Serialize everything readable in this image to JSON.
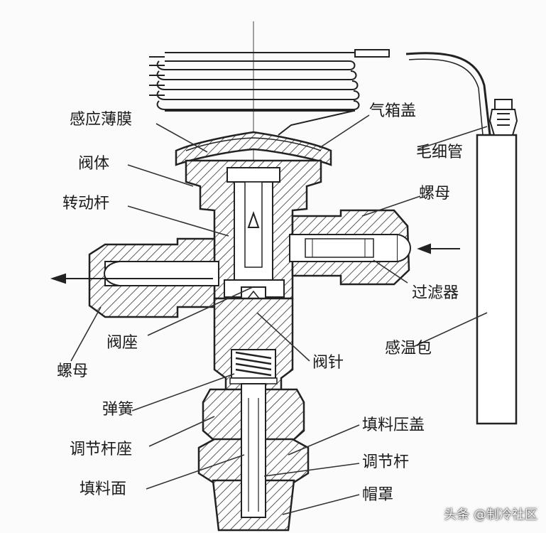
{
  "labels": {
    "diaphragm": "感应薄膜",
    "box_cover": "气箱盖",
    "valve_body": "阀体",
    "capillary": "毛细管",
    "transmission_rod": "转动杆",
    "nut_right": "螺母",
    "filter": "过滤器",
    "sensing_bulb": "感温包",
    "valve_seat": "阀座",
    "nut_left": "螺母",
    "valve_needle": "阀针",
    "spring": "弹簧",
    "adjust_rod_seat": "调节杆座",
    "packing_cover": "填料压盖",
    "adjust_rod": "调节杆",
    "packing_surface": "填料面",
    "cap": "帽罩"
  },
  "watermark": "头条 @制冷社区",
  "colors": {
    "line": "#222222",
    "label": "#1a1a1a",
    "background": "#fbfbfb"
  }
}
